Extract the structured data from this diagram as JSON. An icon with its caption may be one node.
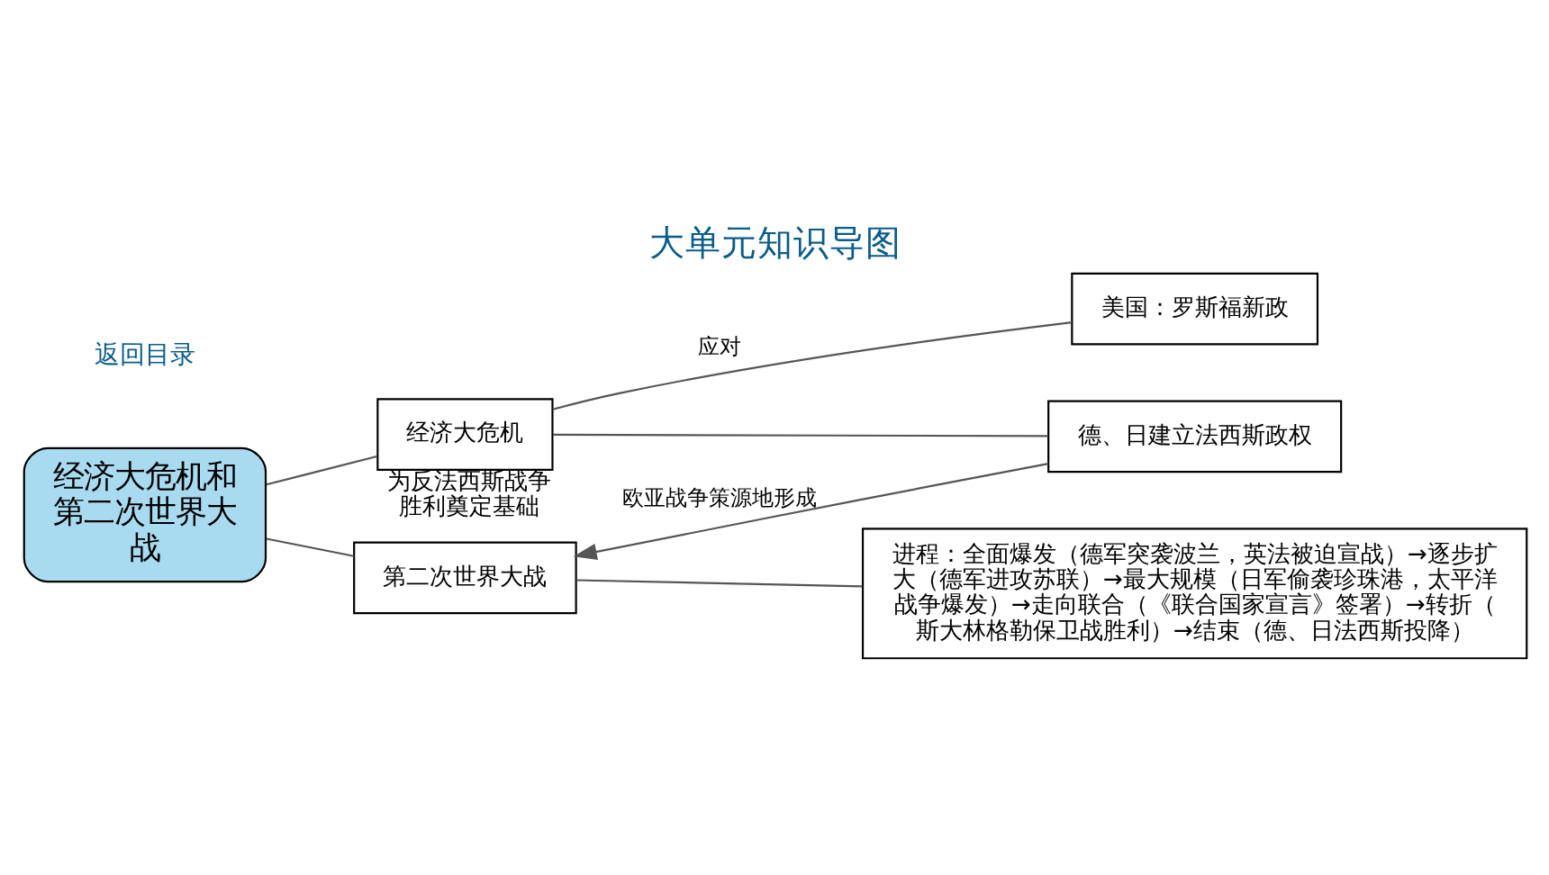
{
  "diagram": {
    "title": "大单元知识导图",
    "nodes": [
      {
        "text": [
          "经济大危机和第二次世界大战"
        ]
      },
      {
        "text": [
          "经济大危机"
        ],
        "beside": [
          "为反法西斯战争胜利奠定基础"
        ]
      },
      {
        "text": [
          "美国：罗斯福新政"
        ]
      },
      {
        "text": [
          "德、日建立法西斯政权"
        ]
      },
      {
        "text": [
          "第二次世界大战"
        ]
      },
      {
        "text": [
          "进程：全面爆发（德军突袭波兰，英法被迫宣战）→逐步扩大（德军进攻苏联）→最大规模（日军偷袭珍珠港，太平洋战争爆发）→走向联合（《联合国家宣言》签署）→转折（斯大林格勒保卫战胜利）→结束（德、日法西斯投降）"
        ]
      }
    ],
    "edges": [
      {
        "from": 0,
        "to": 1,
        "arrow": "none"
      },
      {
        "from": 0,
        "to": 4,
        "arrow": "none"
      },
      {
        "from": 1,
        "to": 2,
        "arrow": "none",
        "label": "应对"
      },
      {
        "from": 1,
        "to": 3,
        "arrow": "none"
      },
      {
        "from": 3,
        "to": 4,
        "arrow": "to",
        "label": "欧亚战争策源地形成"
      },
      {
        "from": 4,
        "to": 5,
        "arrow": "none"
      }
    ],
    "labels": [
      "返回目录"
    ]
  }
}
